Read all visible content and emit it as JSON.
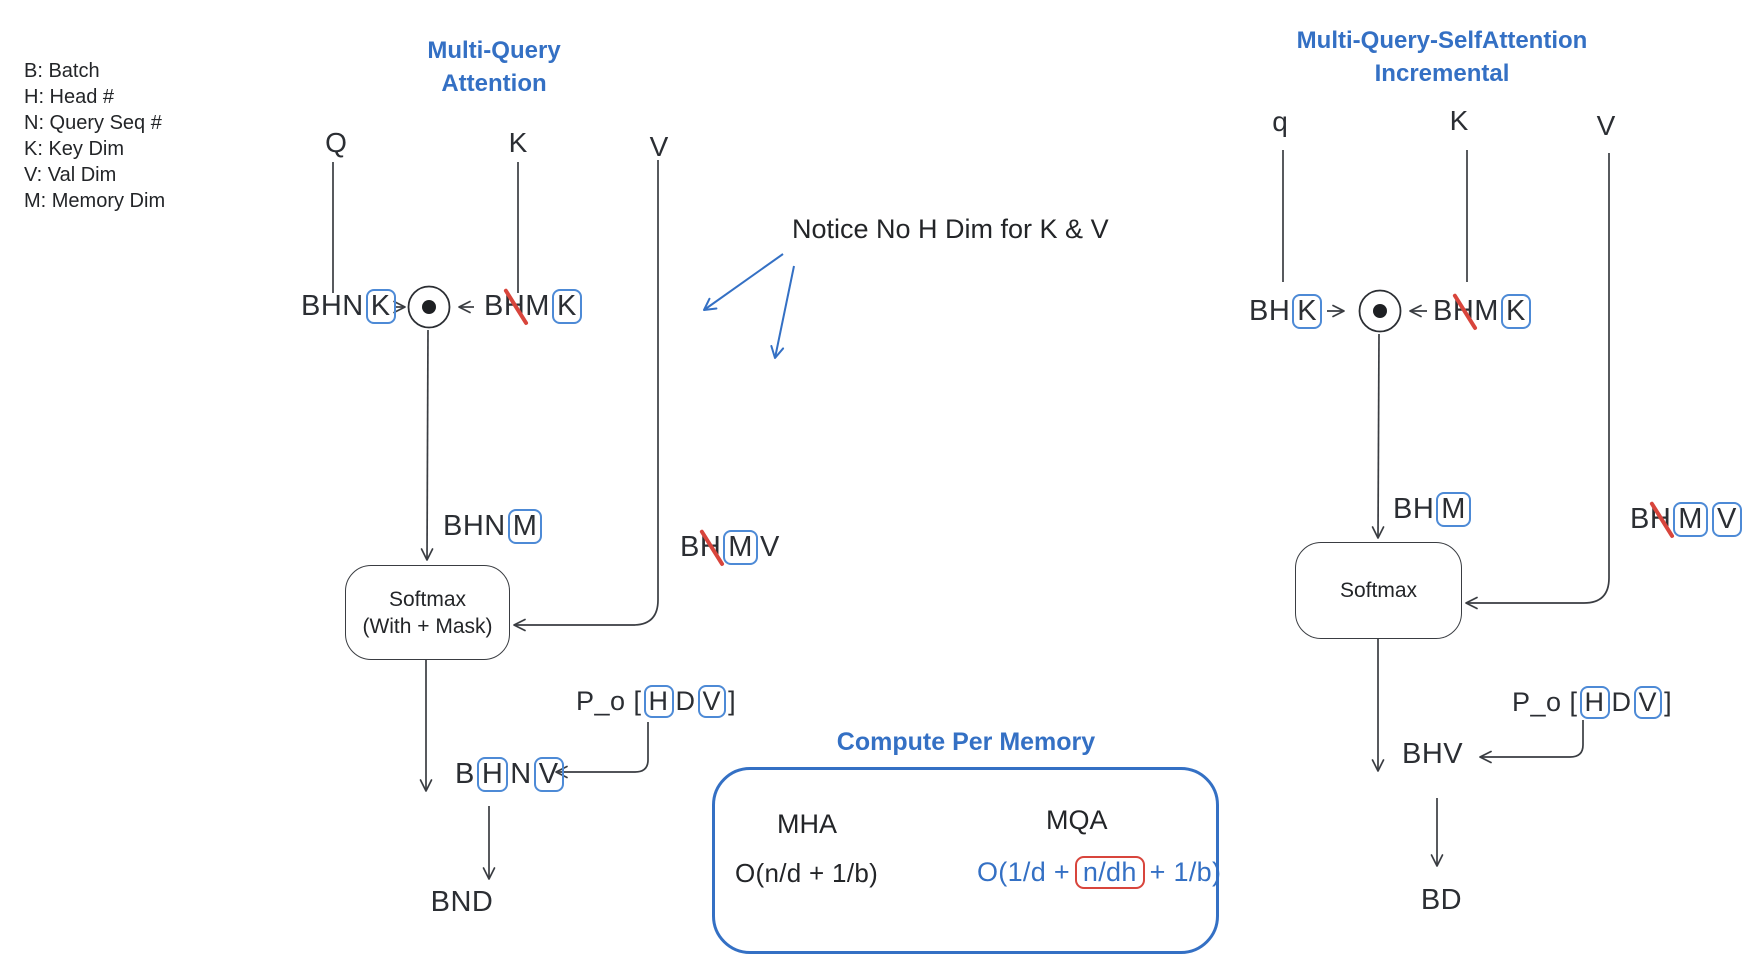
{
  "colors": {
    "accent_blue": "#3470c4",
    "letterbox_blue": "#4d8ad6",
    "strike_red": "#d8453c",
    "ink": "#2b2e33"
  },
  "legend": {
    "items": [
      "B: Batch",
      "H: Head #",
      "N: Query Seq #",
      "K: Key Dim",
      "V: Val Dim",
      "M: Memory Dim"
    ]
  },
  "annotation": {
    "text": "Notice No H Dim for K & V"
  },
  "left": {
    "title1": "Multi-Query",
    "title2": "Attention",
    "input_q": "Q",
    "input_k": "K",
    "input_v": "V",
    "softmax1": "Softmax",
    "softmax2": "(With + Mask)",
    "output": "BND",
    "tokens": {
      "bhnk": [
        {
          "t": "B"
        },
        {
          "t": "H"
        },
        {
          "t": "N"
        },
        {
          "t": "K",
          "box": true
        }
      ],
      "bhmk": [
        {
          "t": "B"
        },
        {
          "t": "H",
          "slash": true
        },
        {
          "t": "M"
        },
        {
          "t": "K",
          "box": true
        }
      ],
      "bhnm": [
        {
          "t": "B"
        },
        {
          "t": "H"
        },
        {
          "t": "N"
        },
        {
          "t": "M",
          "box": true
        }
      ],
      "bhmv": [
        {
          "t": "B"
        },
        {
          "t": "H",
          "slash": true
        },
        {
          "t": "M",
          "box": true
        },
        {
          "t": "V"
        }
      ],
      "bhnv": [
        {
          "t": "B"
        },
        {
          "t": "H",
          "box": true
        },
        {
          "t": "N"
        },
        {
          "t": "V",
          "box": true
        }
      ],
      "po": [
        {
          "t": "P_o ["
        },
        {
          "t": "H",
          "box": true
        },
        {
          "t": "D"
        },
        {
          "t": "V",
          "box": true
        },
        {
          "t": "]"
        }
      ]
    }
  },
  "right": {
    "title1": "Multi-Query-SelfAttention",
    "title2": "Incremental",
    "input_q": "q",
    "input_k": "K",
    "input_v": "V",
    "softmax1": "Softmax",
    "mid_label": "BHV",
    "output": "BD",
    "tokens": {
      "bhk": [
        {
          "t": "B"
        },
        {
          "t": "H"
        },
        {
          "t": "K",
          "box": true
        }
      ],
      "bhmk": [
        {
          "t": "B"
        },
        {
          "t": "H",
          "slash": true
        },
        {
          "t": "M"
        },
        {
          "t": "K",
          "box": true
        }
      ],
      "bhm": [
        {
          "t": "B"
        },
        {
          "t": "H"
        },
        {
          "t": "M",
          "box": true
        }
      ],
      "bhmv": [
        {
          "t": "B"
        },
        {
          "t": "H",
          "slash": true
        },
        {
          "t": "M",
          "box": true
        },
        {
          "t": "V",
          "box": true
        }
      ],
      "po": [
        {
          "t": "P_o ["
        },
        {
          "t": "H",
          "box": true
        },
        {
          "t": "D"
        },
        {
          "t": "V",
          "box": true
        },
        {
          "t": "]"
        }
      ]
    }
  },
  "panel": {
    "title": "Compute Per Memory",
    "mha_label": "MHA",
    "mqa_label": "MQA",
    "mha_formula": "O(n/d + 1/b)",
    "mqa_formula": [
      {
        "t": "O(1/d +"
      },
      {
        "t": "n/dh",
        "redbox": true
      },
      {
        "t": "+ 1/b)"
      }
    ]
  }
}
